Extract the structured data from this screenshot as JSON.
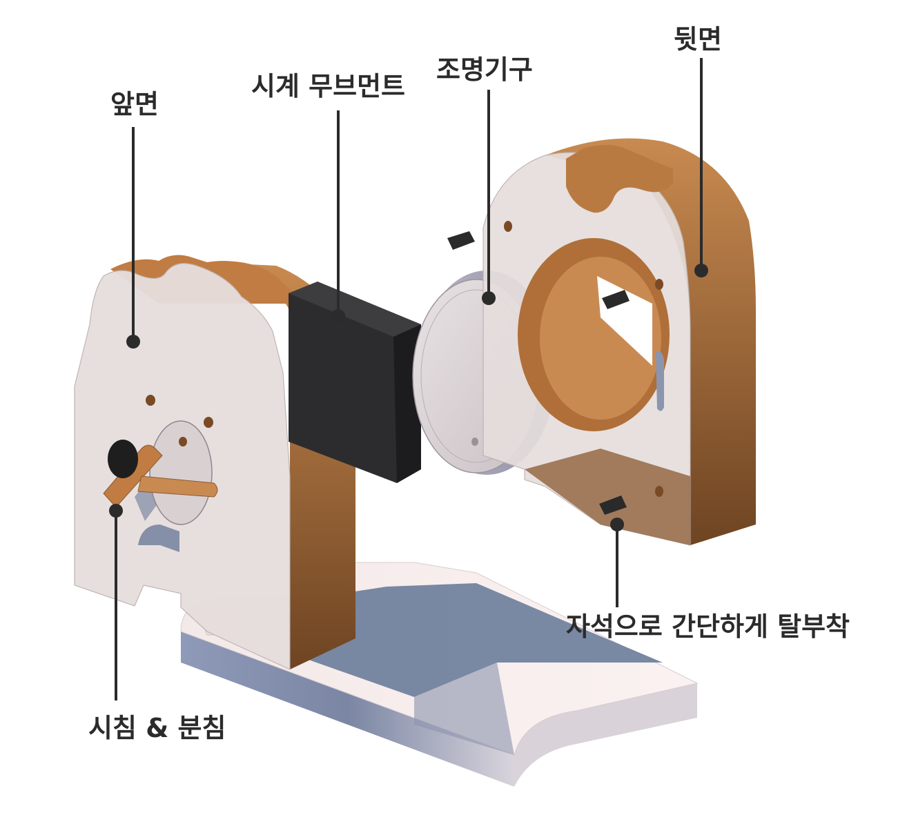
{
  "labels": {
    "front": "앞면",
    "movement": "시계 무브먼트",
    "light": "조명기구",
    "back": "뒷면",
    "magnet": "자석으로 간단하게 탈부착",
    "hands": "시침 & 분침"
  },
  "colors": {
    "copper": "#b06f38",
    "copper_dark": "#7a4a24",
    "translucent_body": "#e8dedd",
    "shadow_blue": "#6a7c9a",
    "movement_black": "#2c2c2e",
    "callout": "#2b2b2b"
  }
}
